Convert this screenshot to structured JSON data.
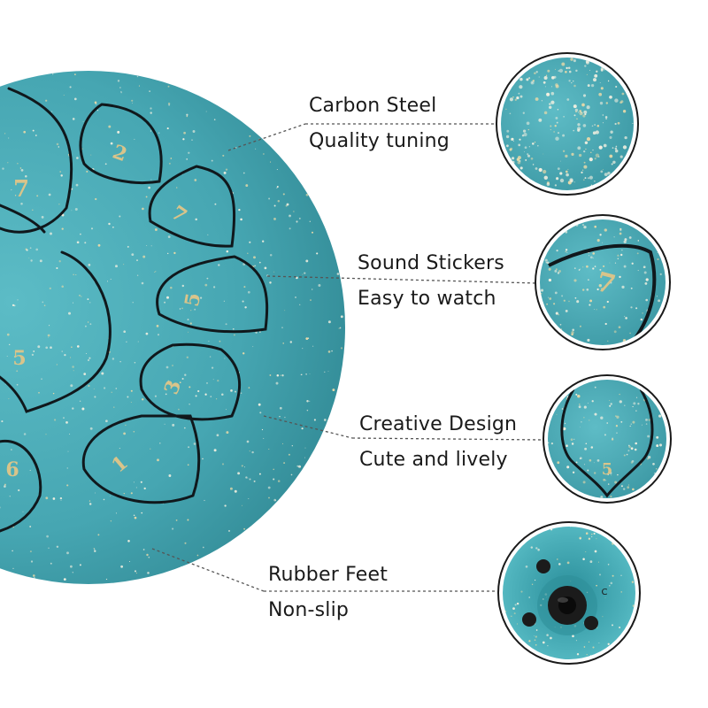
{
  "colors": {
    "drum_teal": "#4aa8b4",
    "drum_dark": "#2f7d88",
    "tongue_outline": "#10181c",
    "number_gold": "#d9c48a",
    "leader_line": "#555555"
  },
  "drum": {
    "tongue_numbers": [
      "7",
      "2",
      "7",
      "5",
      "5",
      "3",
      "6",
      "1"
    ]
  },
  "callouts": [
    {
      "title": "Carbon Steel",
      "subtitle": "Quality tuning",
      "detail": "speckled-steel-surface"
    },
    {
      "title": "Sound Stickers",
      "subtitle": "Easy to watch",
      "detail": "numbered-tongue",
      "sticker": "7"
    },
    {
      "title": "Creative Design",
      "subtitle": "Cute and lively",
      "detail": "lotus-tongue",
      "sticker": "5"
    },
    {
      "title": "Rubber Feet",
      "subtitle": "Non-slip",
      "detail": "rubber-feet-base",
      "base_mark": "C"
    }
  ]
}
